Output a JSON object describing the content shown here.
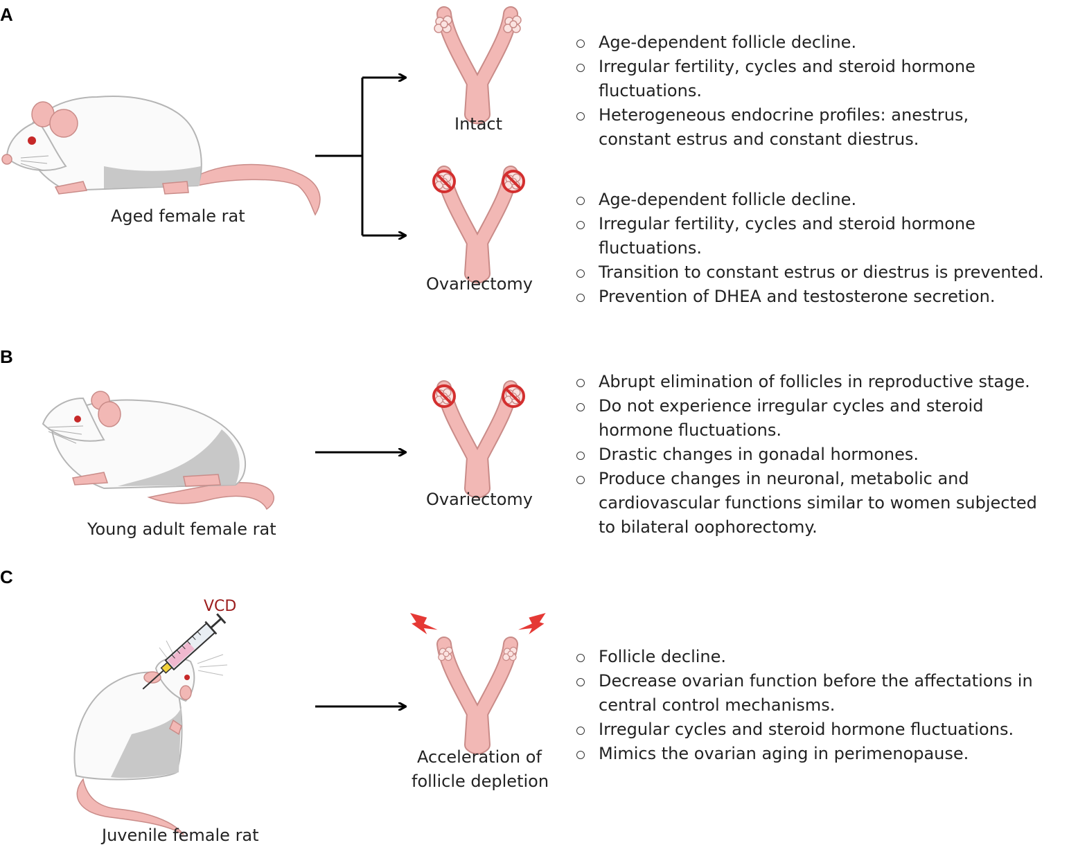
{
  "panels": {
    "a": {
      "letter": "A",
      "rat_caption": "Aged female rat",
      "branches": [
        {
          "label": "Intact",
          "bullets": [
            "Age-dependent follicle decline.",
            "Irregular fertility, cycles and steroid hormone fluctuations.",
            "Heterogeneous endocrine profiles: anestrus, constant estrus and constant diestrus."
          ]
        },
        {
          "label": "Ovariectomy",
          "bullets": [
            "Age-dependent follicle decline.",
            "Irregular fertility, cycles and steroid hormone fluctuations.",
            "Transition to constant estrus or diestrus is prevented.",
            "Prevention of DHEA and testosterone secretion."
          ]
        }
      ]
    },
    "b": {
      "letter": "B",
      "rat_caption": "Young adult female rat",
      "label": "Ovariectomy",
      "bullets": [
        "Abrupt elimination of follicles in reproductive stage.",
        "Do not experience irregular cycles and steroid hormone fluctuations.",
        "Drastic changes in gonadal hormones.",
        "Produce changes in neuronal, metabolic and cardiovascular functions similar to women subjected to bilateral oophorectomy."
      ]
    },
    "c": {
      "letter": "C",
      "rat_caption": "Juvenile female rat",
      "injection_label": "VCD",
      "label_line1": "Acceleration of",
      "label_line2": "follicle depletion",
      "bullets": [
        "Follicle decline.",
        "Decrease ovarian function before the affectations in central control mechanisms.",
        "Irregular cycles and steroid hormone fluctuations.",
        "Mimics the ovarian aging in perimenopause."
      ]
    }
  },
  "colors": {
    "pink_fill": "#f2b8b5",
    "pink_stroke": "#c98b88",
    "gray_fur": "#c8c8c8",
    "eye_red": "#c62828",
    "no_sign_red": "#d32f2f",
    "lightning_red": "#e53935",
    "arrow": "#000000"
  }
}
